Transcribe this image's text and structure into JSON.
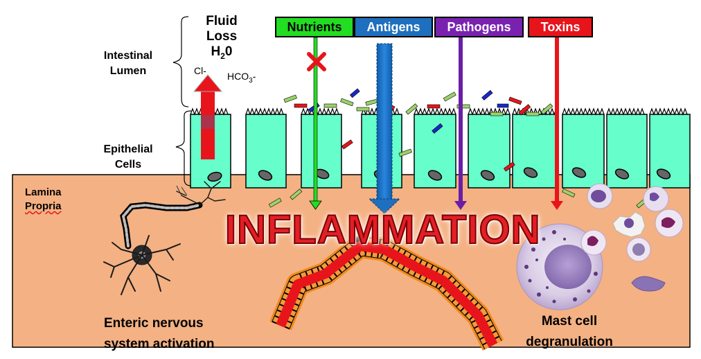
{
  "labels": {
    "fluid_loss_line1": "Fluid",
    "fluid_loss_line2": "Loss",
    "h2o": "H",
    "h2o_sub": "2",
    "h2o_tail": "0",
    "cl": "Cl-",
    "hco3_main": "HCO",
    "hco3_sub": "3",
    "hco3_tail": "-",
    "intestinal_lumen_line1": "Intestinal",
    "intestinal_lumen_line2": "Lumen",
    "epithelial_line1": "Epithelial",
    "epithelial_line2": "Cells",
    "lamina_line1": "Lamina",
    "lamina_line2": "Propria",
    "inflammation": "INFLAMMATION",
    "enteric_line1": "Enteric nervous",
    "enteric_line2": "system activation",
    "mast_line1": "Mast cell",
    "mast_line2": "degranulation"
  },
  "tags": {
    "nutrients": "Nutrients",
    "antigens": "Antigens",
    "pathogens": "Pathogens",
    "toxins": "Toxins"
  },
  "colors": {
    "nutrients": "#22dd22",
    "antigens": "#1e6fbd",
    "pathogens": "#7a22b0",
    "toxins": "#e8141b",
    "epithelium": "#66ffcc",
    "lamina_propria": "#f4b183",
    "inflammation": "#e21f26"
  },
  "icons": [
    "blocked-x-icon",
    "neuron-icon",
    "blood-vessel-icon",
    "mast-cell-icon",
    "immune-cell-icon"
  ]
}
